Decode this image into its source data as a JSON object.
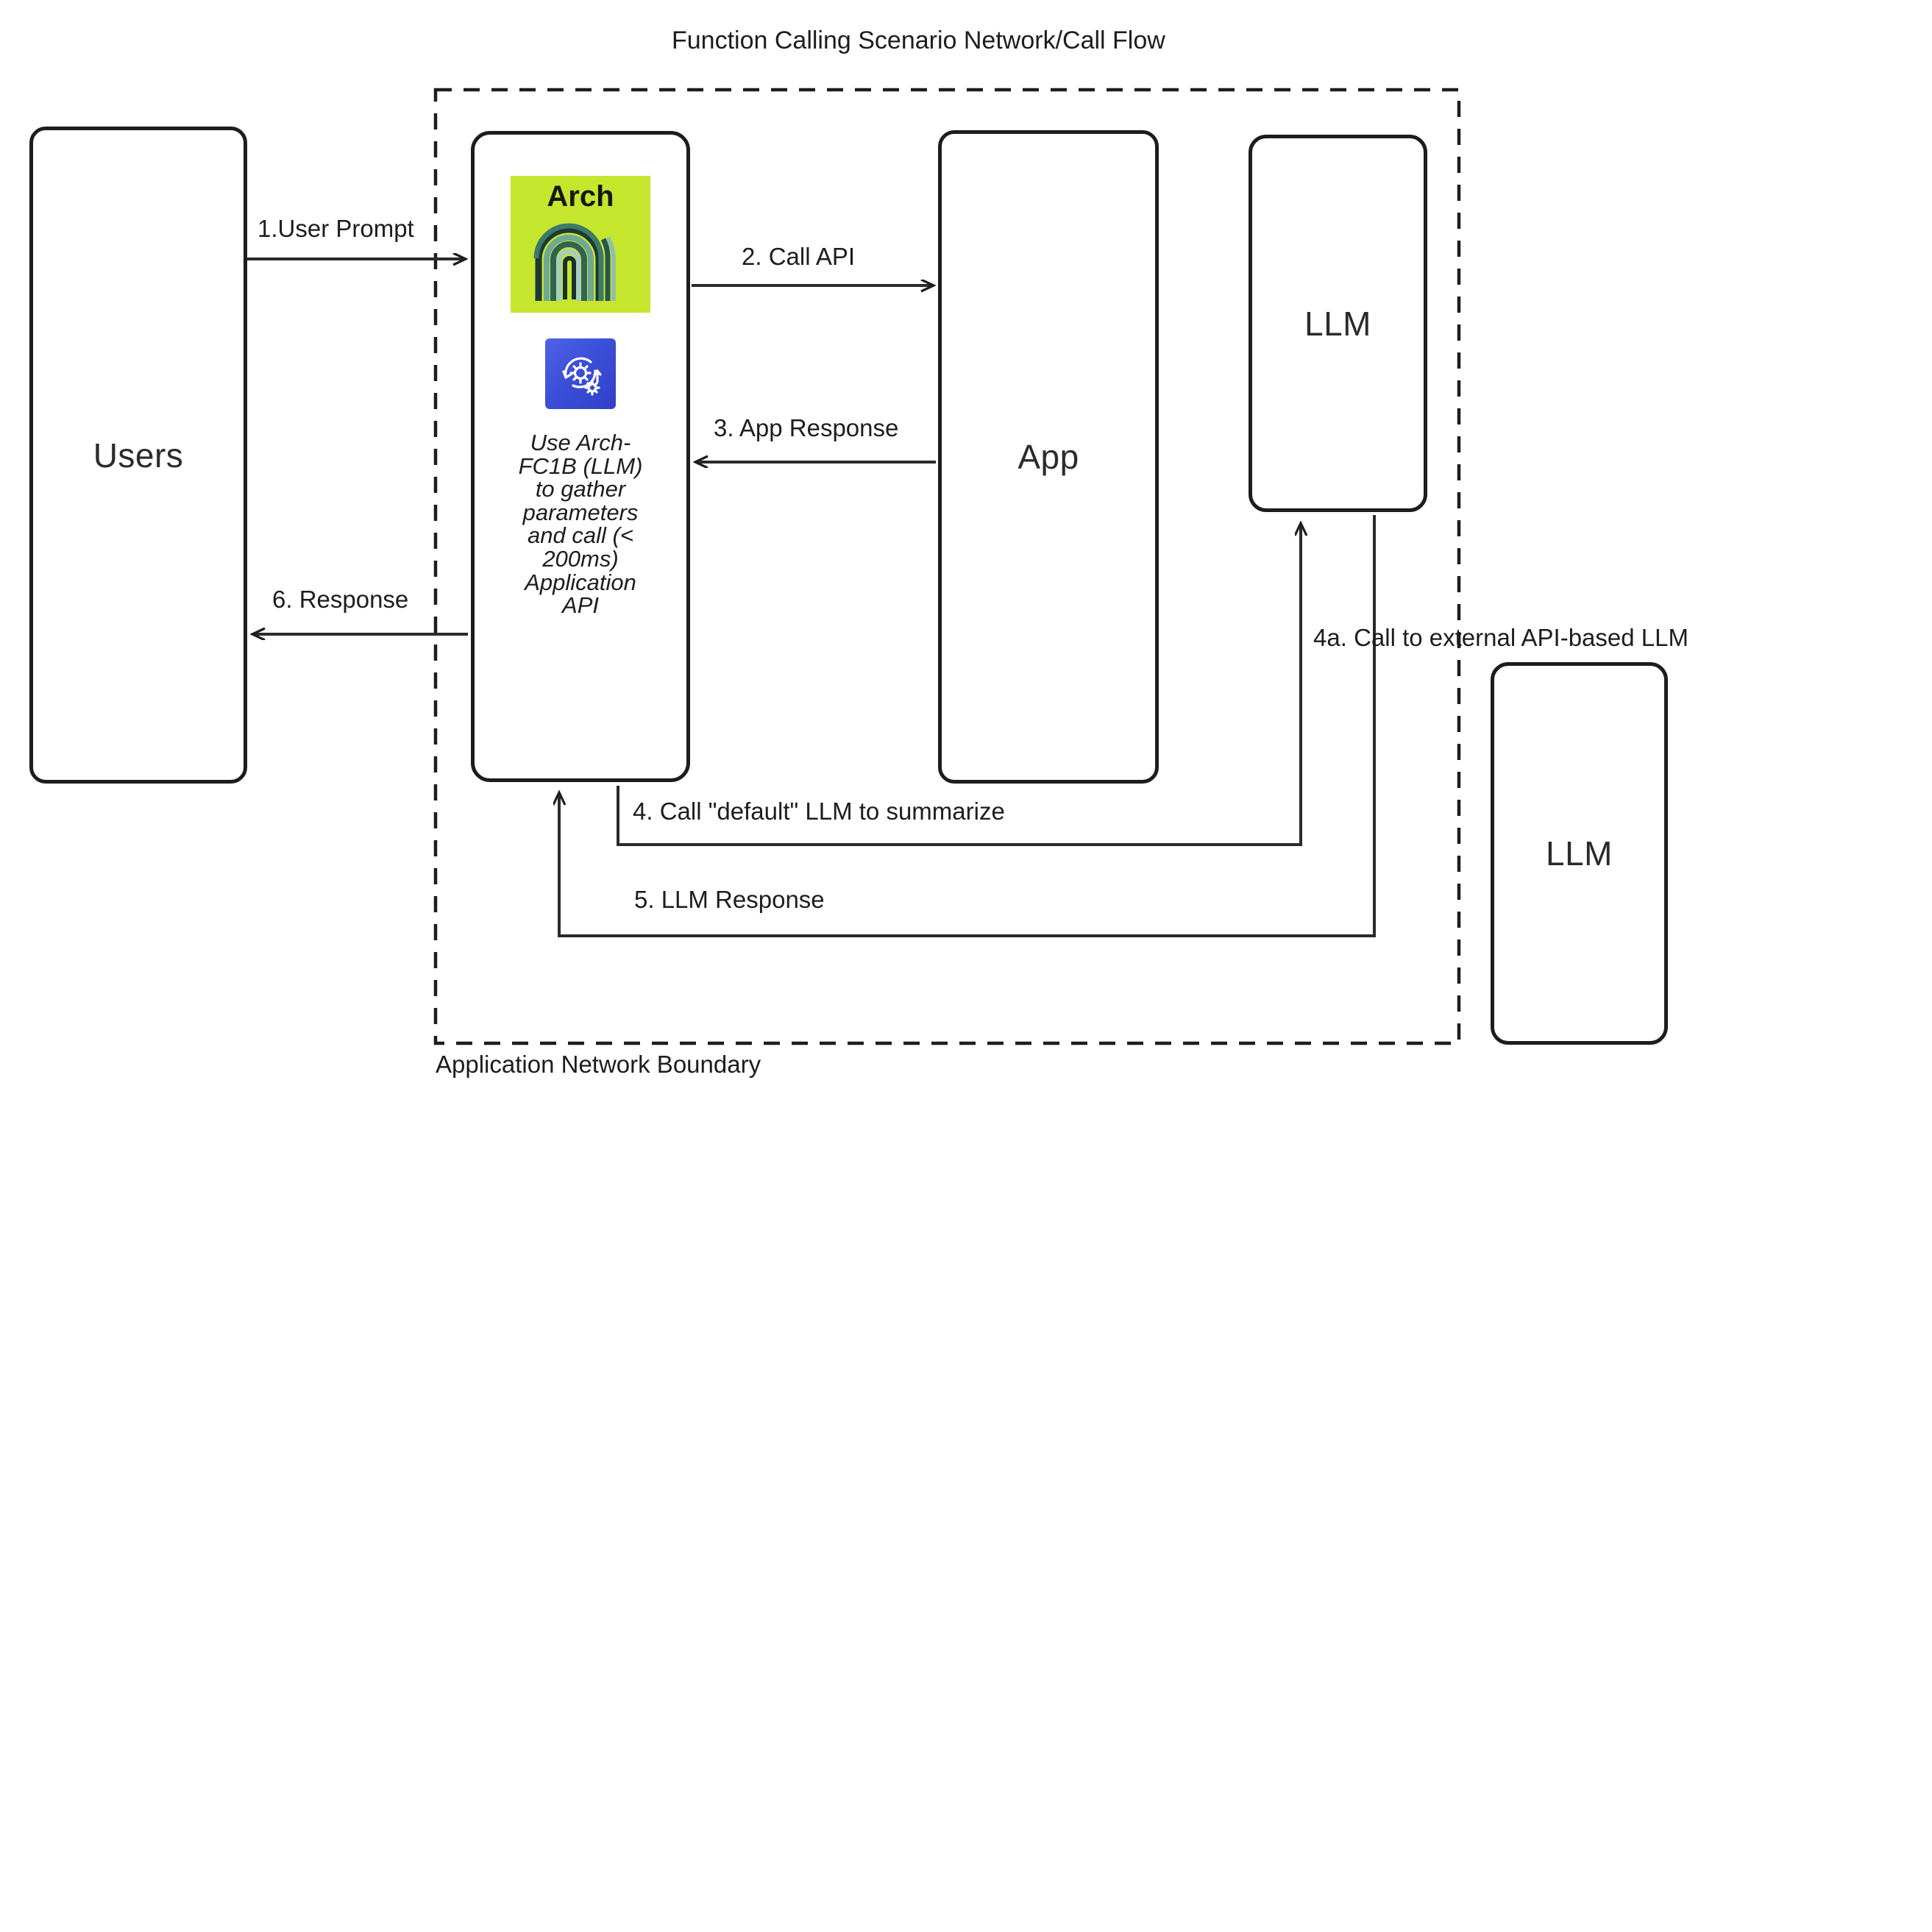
{
  "diagram": {
    "title": "Function Calling Scenario Network/Call Flow",
    "boundary_label": "Application Network Boundary",
    "external_call_label": "4a. Call to external API-based LLM"
  },
  "nodes": {
    "users": {
      "label": "Users"
    },
    "arch": {
      "logo_text": "Arch",
      "note": "Use Arch-FC1B (LLM) to gather parameters and call (< 200ms) Application API",
      "logo_bg": "#c6e62e",
      "icon_bg": "#3f51e0"
    },
    "app": {
      "label": "App"
    },
    "llm_internal": {
      "label": "LLM"
    },
    "llm_external": {
      "label": "LLM"
    }
  },
  "edges": [
    {
      "id": "1",
      "label": "1.User Prompt"
    },
    {
      "id": "2",
      "label": "2. Call API"
    },
    {
      "id": "3",
      "label": "3. App Response"
    },
    {
      "id": "4",
      "label": "4. Call \"default\" LLM to summarize"
    },
    {
      "id": "5",
      "label": "5. LLM Response"
    },
    {
      "id": "6",
      "label": "6.  Response"
    }
  ],
  "colors": {
    "stroke": "#1d1d1d",
    "background": "#ffffff"
  }
}
